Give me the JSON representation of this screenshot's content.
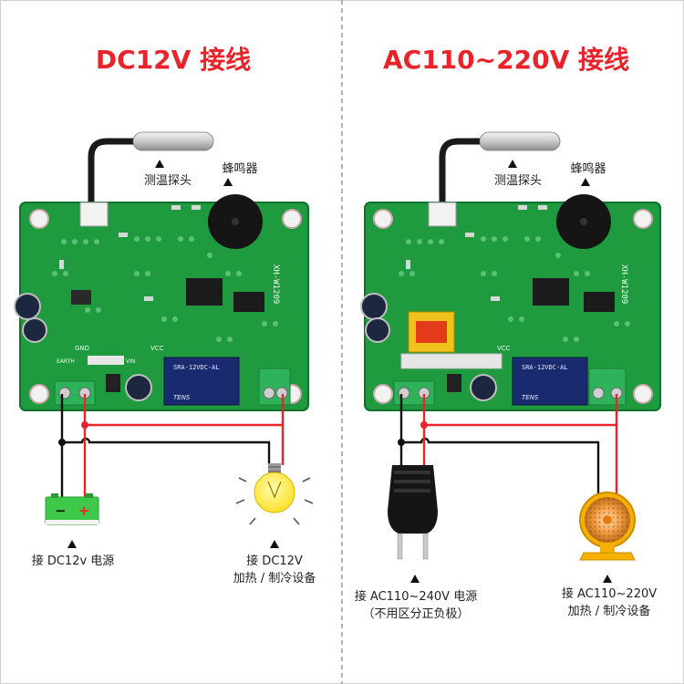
{
  "colors": {
    "title_red": "#e8232a",
    "pcb_green": "#1f9a3f",
    "pcb_green_dark": "#157a30",
    "wire_red": "#e8232a",
    "wire_black": "#111111",
    "relay_blue": "#1a2a6e",
    "terminal_green": "#2fb35a",
    "battery_green": "#3fc94a",
    "bulb_yellow": "#ffe640",
    "heater_orange": "#f08a1c"
  },
  "left_panel": {
    "title": "DC12V 接线",
    "probe_label": "测温探头",
    "buzzer_label": "蜂鸣器",
    "power_label": "接 DC12v 电源",
    "load_label_line1": "接 DC12V",
    "load_label_line2": "加热 / 制冷设备",
    "board": {
      "relay_text": "SRA-12VDC-AL",
      "relay_brand": "TENS",
      "gnd_label": "GND",
      "vcc_label": "VCC",
      "earth_label": "EARTH",
      "vin_label": "VIN",
      "board_code": "XH-W1209"
    },
    "battery": {
      "minus": "−",
      "plus": "+"
    }
  },
  "right_panel": {
    "title": "AC110~220V 接线",
    "probe_label": "测温探头",
    "buzzer_label": "蜂鸣器",
    "power_label_line1": "接 AC110~240V 电源",
    "power_label_line2": "（不用区分正负极）",
    "load_label_line1": "接 AC110~220V",
    "load_label_line2": "加热 / 制冷设备",
    "board": {
      "relay_text": "SRA-12VDC-AL",
      "relay_brand": "TENS",
      "vcc_label": "VCC",
      "board_code": "XH-W1209"
    }
  }
}
